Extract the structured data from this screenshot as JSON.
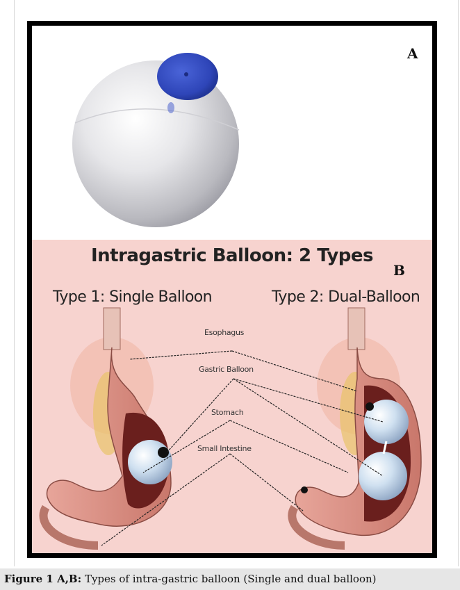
{
  "panel_a": {
    "label": "A"
  },
  "panel_b": {
    "label": "B",
    "title": "Intragastric Balloon: 2 Types",
    "type1_title": "Type 1: Single Balloon",
    "type2_title": "Type 2: Dual-Balloon",
    "annotations": {
      "esophagus": "Esophagus",
      "gastric_balloon": "Gastric Balloon",
      "stomach": "Stomach",
      "small_intestine": "Small Intestine"
    }
  },
  "caption": {
    "label": "Figure 1 A,B:",
    "text": "Types of intra-gastric balloon (Single and dual balloon)"
  }
}
